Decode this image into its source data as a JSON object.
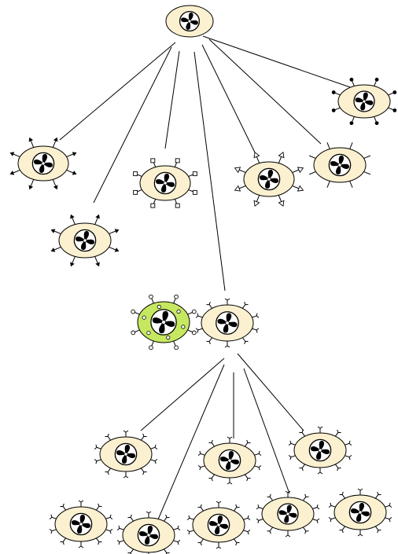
{
  "colors": {
    "node_fill": "#fbf0cf",
    "highlight_fill": "#c5e860",
    "line": "#000000",
    "background": "#ffffff"
  },
  "icon": "fan-icon",
  "nodes": [
    {
      "id": "root",
      "decoration": "plain",
      "highlighted": false
    },
    {
      "id": "top-right",
      "decoration": "dot-spikes",
      "highlighted": false
    },
    {
      "id": "left-1",
      "decoration": "arrow-spikes",
      "highlighted": false
    },
    {
      "id": "left-2",
      "decoration": "arrow-spikes",
      "highlighted": false
    },
    {
      "id": "square-node",
      "decoration": "square-spikes",
      "highlighted": false
    },
    {
      "id": "hollow-arrow-node",
      "decoration": "hollow-arrow-spikes",
      "highlighted": false
    },
    {
      "id": "line-node",
      "decoration": "line-spikes",
      "highlighted": false
    },
    {
      "id": "green-node",
      "decoration": "circle-spikes",
      "highlighted": true
    },
    {
      "id": "mid-hub",
      "decoration": "fork-spikes",
      "highlighted": false
    },
    {
      "id": "leaf-1",
      "decoration": "fork-spikes",
      "highlighted": false
    },
    {
      "id": "leaf-2",
      "decoration": "fork-spikes",
      "highlighted": false
    },
    {
      "id": "leaf-3",
      "decoration": "fork-spikes",
      "highlighted": false
    },
    {
      "id": "leaf-4",
      "decoration": "fork-spikes",
      "highlighted": false
    },
    {
      "id": "leaf-5",
      "decoration": "fork-spikes",
      "highlighted": false
    },
    {
      "id": "leaf-6",
      "decoration": "fork-spikes",
      "highlighted": false
    },
    {
      "id": "leaf-7",
      "decoration": "fork-spikes",
      "highlighted": false
    },
    {
      "id": "leaf-8",
      "decoration": "fork-spikes",
      "highlighted": false
    }
  ],
  "edges": [
    {
      "from": "root",
      "to": "top-right"
    },
    {
      "from": "root",
      "to": "left-1"
    },
    {
      "from": "root",
      "to": "left-2"
    },
    {
      "from": "root",
      "to": "square-node"
    },
    {
      "from": "root",
      "to": "hollow-arrow-node"
    },
    {
      "from": "root",
      "to": "line-node"
    },
    {
      "from": "root",
      "to": "mid-hub"
    },
    {
      "from": "mid-hub",
      "to": "leaf-1"
    },
    {
      "from": "mid-hub",
      "to": "leaf-2"
    },
    {
      "from": "mid-hub",
      "to": "leaf-3"
    },
    {
      "from": "mid-hub",
      "to": "leaf-4"
    },
    {
      "from": "mid-hub",
      "to": "leaf-5"
    }
  ]
}
